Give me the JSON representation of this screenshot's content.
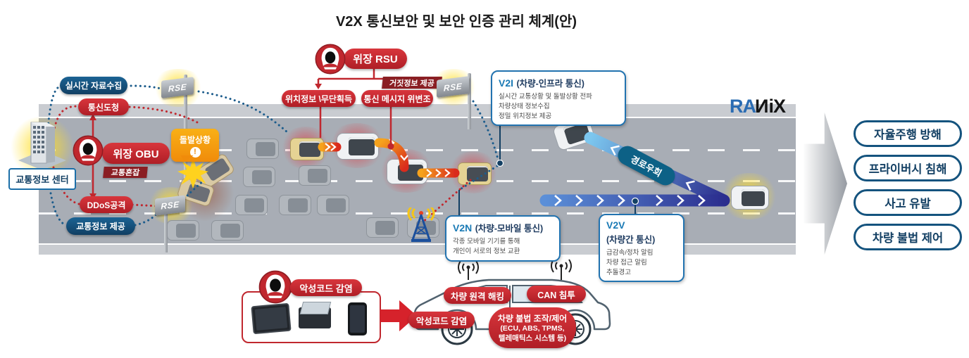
{
  "title": "V2X 통신보안 및 보안 인증 관리 체계(안)",
  "logo": {
    "ra": "RA",
    "n": "N",
    "i": "i",
    "x": "X"
  },
  "traffic_center": {
    "label": "교통정보 센터"
  },
  "left_flows": {
    "realtime": "실시간 자료수집",
    "eavesdrop": "통신도청",
    "ddos": "DDoS공격",
    "provide": "교통정보 제공"
  },
  "fake_obu": {
    "label": "위장 OBU",
    "tag": "교통혼잡"
  },
  "fake_rsu": {
    "label": "위장 RSU",
    "tag": "거짓정보 제공",
    "attack1": "위치정보 \\무단획득",
    "attack2": "통신 메시지 위변조"
  },
  "rse": {
    "label": "RSE"
  },
  "incident": {
    "label": "돌발상황",
    "mark": "!"
  },
  "detour": {
    "label": "경로우회"
  },
  "v2i": {
    "title": "V2I",
    "subtitle": "(차량-인프라 통신)",
    "lines": [
      "실시간 교통상황 및 돌발상황 전파",
      "차량상태 정보수집",
      "정밀 위치정보 제공"
    ]
  },
  "v2n": {
    "title": "V2N",
    "subtitle": "(차량-모바일 통신)",
    "lines": [
      "각종 모바일 기기를 통해",
      "개인이 서로의 정보 교환"
    ]
  },
  "v2v": {
    "title": "V2V",
    "subtitle": "(차량간 통신)",
    "lines": [
      "급감속/정차 알림",
      "차량 접근 알림",
      "추돌경고"
    ]
  },
  "outcomes": [
    "자율주행 방해",
    "프라이버시 침해",
    "사고 유발",
    "차량 불법 제어"
  ],
  "infection": {
    "label": "악성코드 감염"
  },
  "vehicle_attacks": {
    "remote": "차량 원격 해킹",
    "can": "CAN 침투",
    "malware": "악성코드 감염",
    "control": [
      "차량 불법 조작/제어",
      "(ECU, ABS, TPMS,",
      "텔레매틱스 시스템 등)"
    ]
  },
  "colors": {
    "attack_red": "#c0272e",
    "dark_red_tag": "#8a1e23",
    "info_blue": "#175582",
    "navy_text": "#123f63",
    "box_border_blue": "#2273b0",
    "band_light": "#7cc7ef",
    "band_dark": "#2b2d8e",
    "incident_orange": "#f08b0a"
  }
}
